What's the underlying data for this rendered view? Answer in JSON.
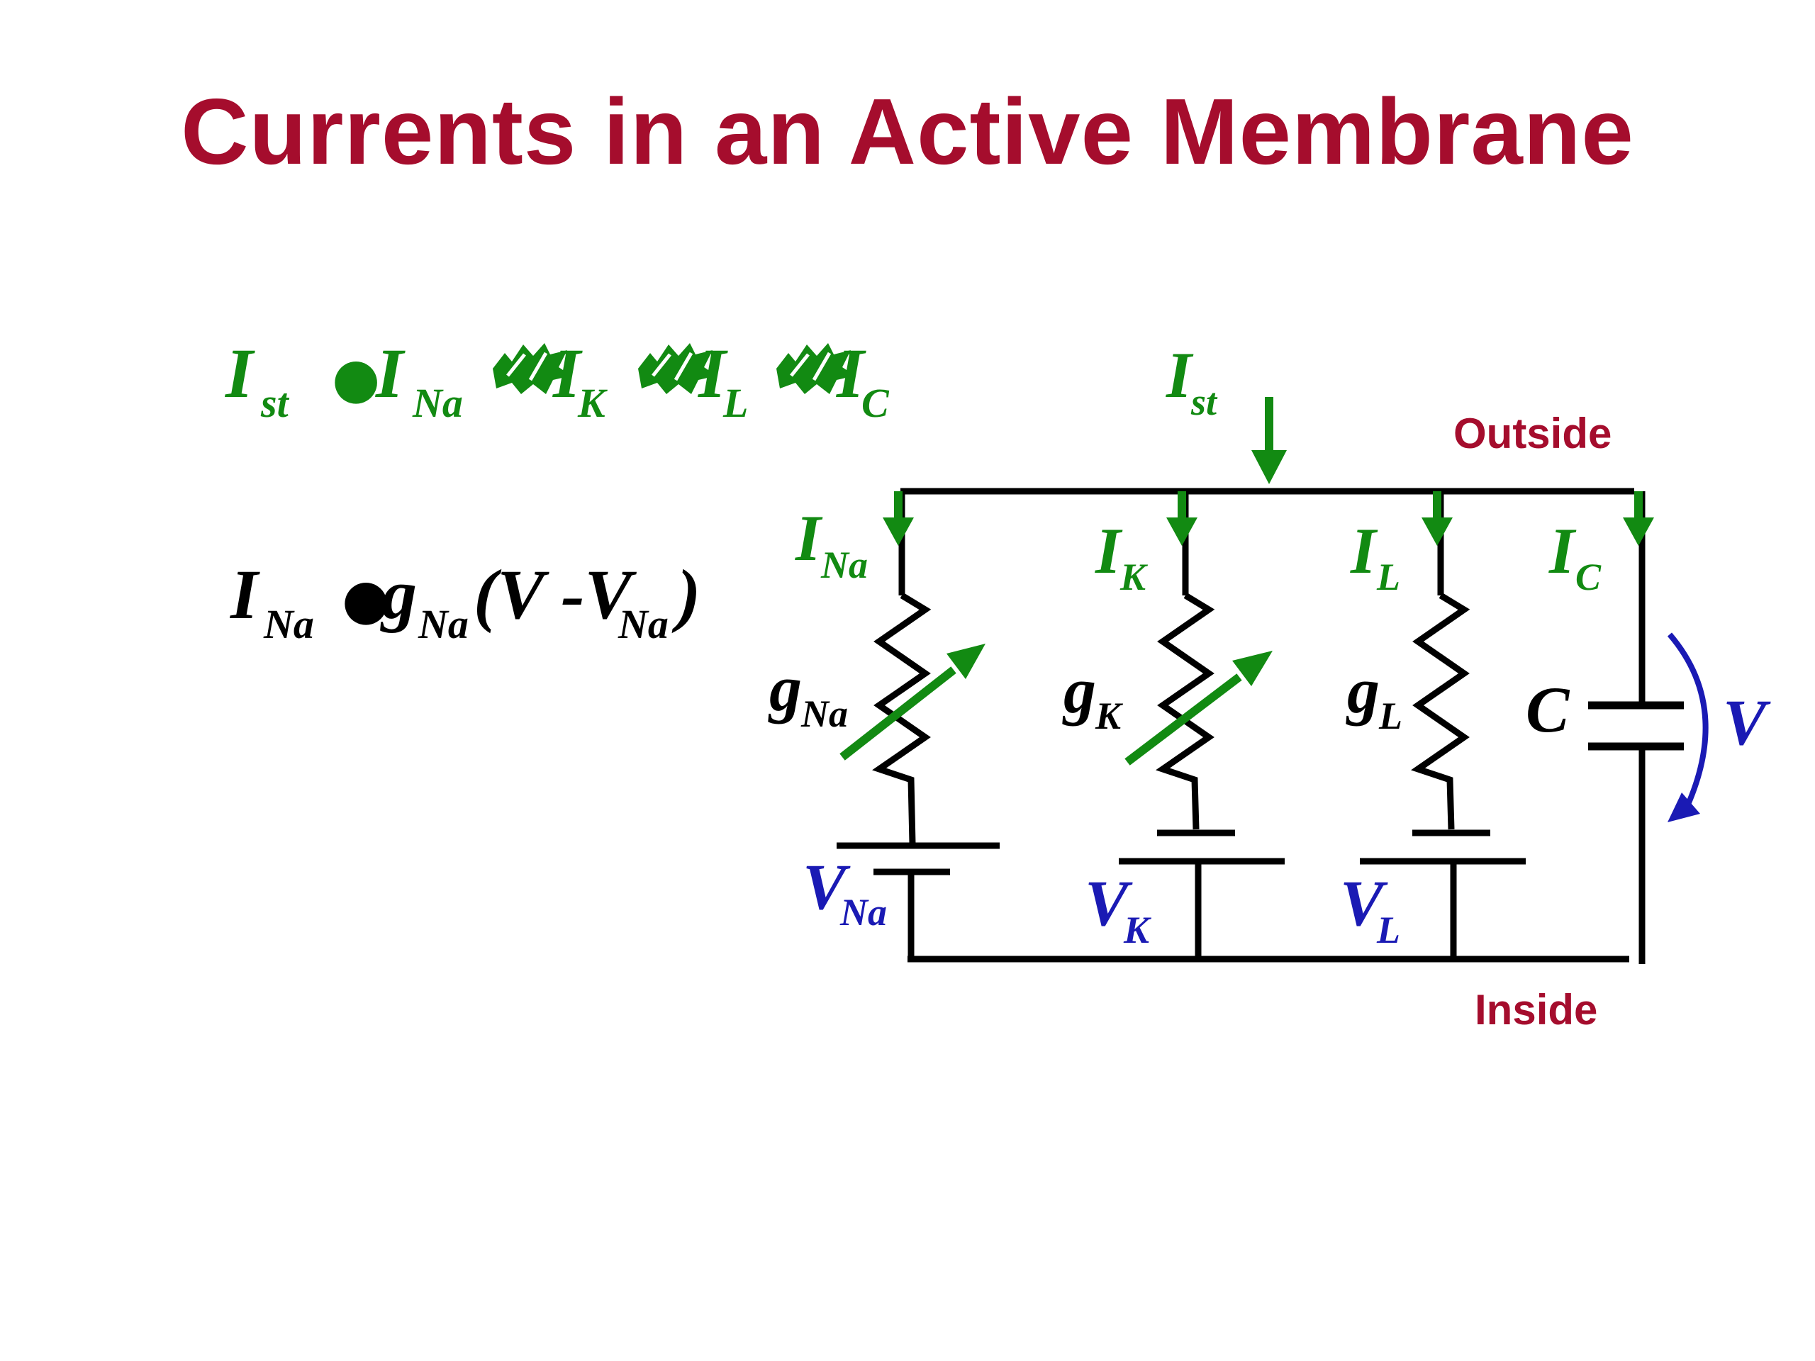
{
  "slide": {
    "title": "Currents in an Active Membrane"
  },
  "colors": {
    "title": "#a50d2d",
    "current_green": "#128a12",
    "voltage_blue": "#1a1ab4",
    "wire_black": "#000000",
    "label_red": "#a50d2d"
  },
  "equation1": {
    "I": "I",
    "st": "st",
    "eq": "●",
    "I2": "I",
    "Na": "Na",
    "K": "K",
    "L": "L",
    "C": "C",
    "plus_glyph": "✍"
  },
  "equation2": {
    "I": "I",
    "Na": "Na",
    "eq": "●",
    "g": "g",
    "g_sub": "Na",
    "open": "(V -V",
    "v_sub": "Na",
    "close": ")"
  },
  "circuit": {
    "outside": "Outside",
    "inside": "Inside",
    "Ist": "I",
    "Ist_sub": "st",
    "branches": [
      {
        "current": "I",
        "current_sub": "Na",
        "cond": "g",
        "cond_sub": "Na",
        "volt": "V",
        "volt_sub": "Na"
      },
      {
        "current": "I",
        "current_sub": "K",
        "cond": "g",
        "cond_sub": "K",
        "volt": "V",
        "volt_sub": "K"
      },
      {
        "current": "I",
        "current_sub": "L",
        "cond": "g",
        "cond_sub": "L",
        "volt": "V",
        "volt_sub": "L"
      }
    ],
    "cap_current": "I",
    "cap_current_sub": "C",
    "cap_label": "C",
    "voltage_label": "V"
  }
}
